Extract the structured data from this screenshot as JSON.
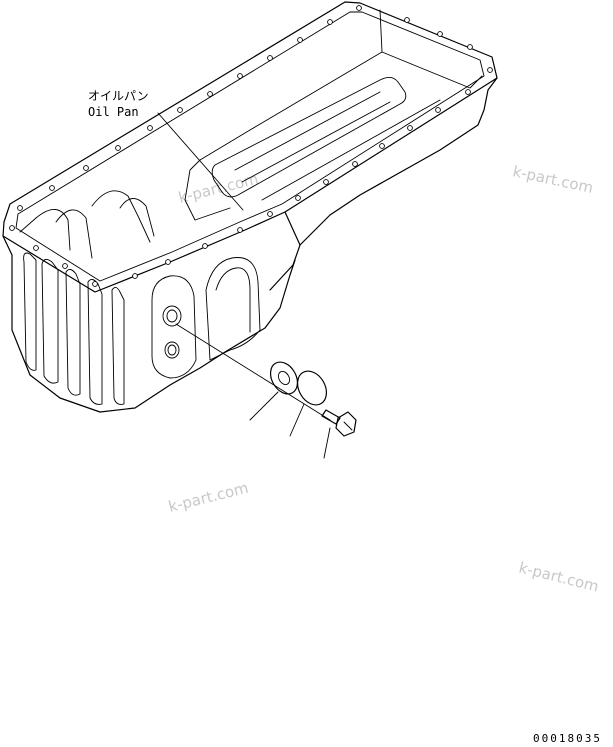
{
  "labels": {
    "part_name_jp": "オイルパン",
    "part_name_en": "Oil Pan"
  },
  "watermarks": [
    "k-part.com",
    "k-part.com",
    "k-part.com",
    "k-part.com"
  ],
  "diagram_code": "00018035"
}
